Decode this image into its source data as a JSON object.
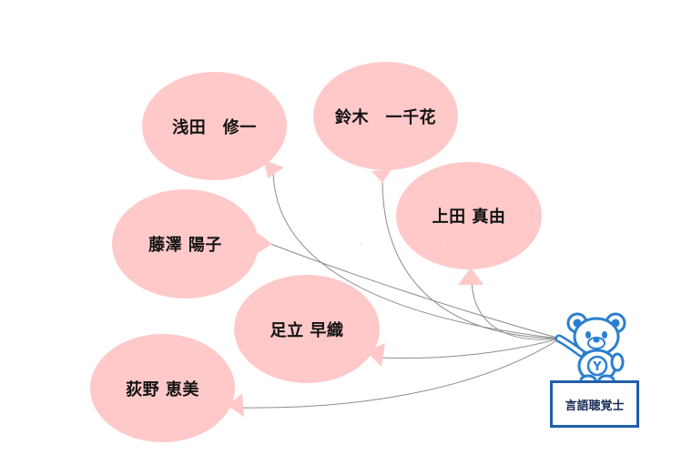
{
  "people": [
    {
      "id": "asada",
      "name": "浅田　修一",
      "color": "#ffc9c9"
    },
    {
      "id": "suzuki",
      "name": "鈴木　一千花",
      "color": "#ffc9c9"
    },
    {
      "id": "fujisawa",
      "name": "藤澤 陽子",
      "color": "#ffc9c9"
    },
    {
      "id": "ueda",
      "name": "上田 真由",
      "color": "#ffc9c9"
    },
    {
      "id": "adachi",
      "name": "足立 早織",
      "color": "#ffc9c9"
    },
    {
      "id": "ogino",
      "name": "荻野 恵美",
      "color": "#ffc9c9"
    }
  ],
  "role": {
    "label": "言語聴覚士",
    "border_color": "#1f5fa8"
  },
  "mascot": {
    "icon": "bear-mascot-icon",
    "badge_text": "Y",
    "color": "#2a7fcf"
  },
  "connector_color": "#8c8c8c"
}
